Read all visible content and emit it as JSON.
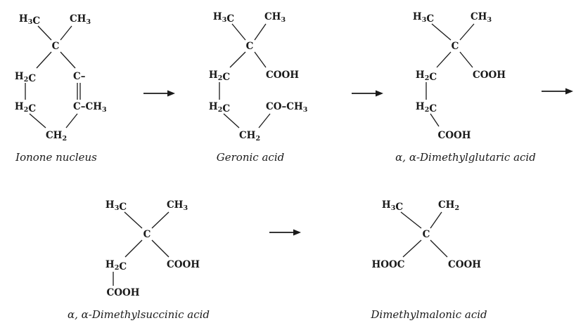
{
  "structures": [
    {
      "id": "ionone",
      "caption": "Ionone nucleus",
      "labels": [
        "H3C",
        "CH3",
        "C",
        "H2C",
        "C–",
        "H2C",
        "C–CH3",
        "CH2"
      ]
    },
    {
      "id": "geronic",
      "caption": "Geronic acid",
      "labels": [
        "H3C",
        "CH3",
        "C",
        "H2C",
        "COOH",
        "H2C",
        "CO–CH3",
        "CH2"
      ]
    },
    {
      "id": "dimethylglutaric",
      "caption": "α, α-Dimethylglutaric acid",
      "labels": [
        "H3C",
        "CH3",
        "C",
        "H2C",
        "COOH",
        "H2C",
        "COOH"
      ]
    },
    {
      "id": "dimethylsuccinic",
      "caption": "α, α-Dimethylsuccinic acid",
      "labels": [
        "H3C",
        "CH3",
        "C",
        "H2C",
        "COOH",
        "COOH"
      ]
    },
    {
      "id": "dimethylmalonic",
      "caption": "Dimethylmalonic acid",
      "labels": [
        "H3C",
        "CH2",
        "C",
        "HOOC",
        "COOH"
      ]
    }
  ],
  "arrow_count": 4
}
